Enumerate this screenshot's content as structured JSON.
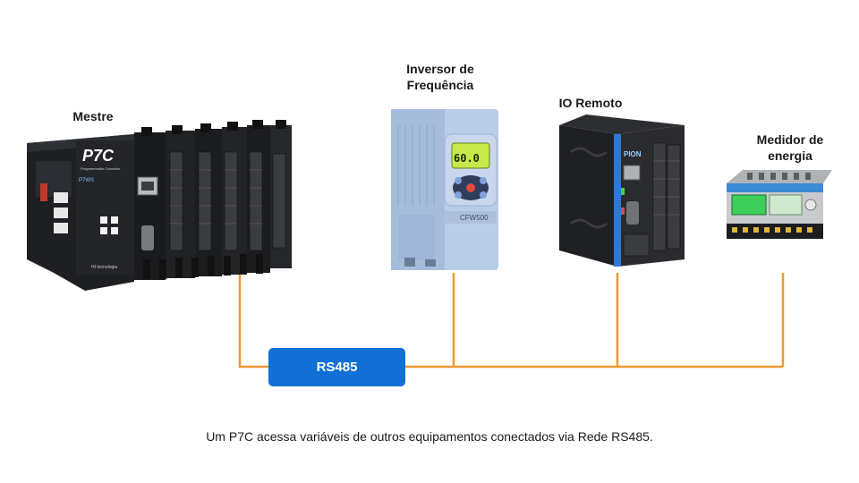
{
  "devices": {
    "master": {
      "label": "Mestre",
      "brand": "P7C",
      "subtitle": "Programmable Controller",
      "model": "P7WS",
      "vendor": "HI tecnologia"
    },
    "inverter": {
      "label_line1": "Inversor de",
      "label_line2": "Frequência",
      "display_value": "60.0",
      "model": "CFW500"
    },
    "remote_io": {
      "label": "IO Remoto",
      "brand": "PION"
    },
    "meter": {
      "label_line1": "Medidor de",
      "label_line2": "energia"
    }
  },
  "network": {
    "label": "RS485",
    "line_color": "#f29a2e",
    "box_color": "#1170d6"
  },
  "caption": "Um P7C acessa variáveis de outros equipamentos conectados via Rede RS485."
}
